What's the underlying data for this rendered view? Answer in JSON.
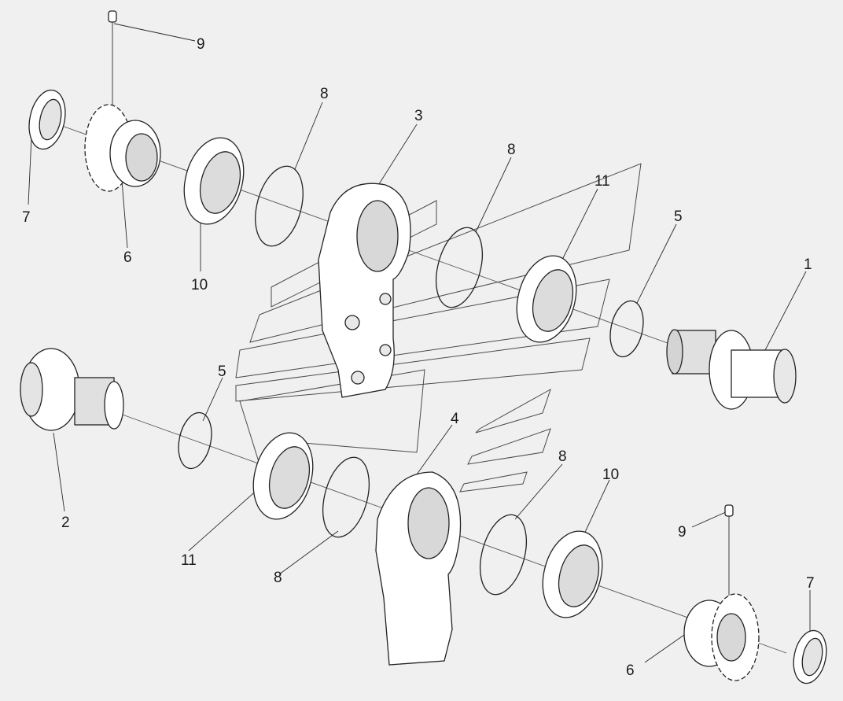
{
  "diagram": {
    "type": "exploded-assembly",
    "callouts": [
      {
        "label": "9"
      },
      {
        "label": "8"
      },
      {
        "label": "3"
      },
      {
        "label": "8"
      },
      {
        "label": "11"
      },
      {
        "label": "5"
      },
      {
        "label": "1"
      },
      {
        "label": "7"
      },
      {
        "label": "6"
      },
      {
        "label": "10"
      },
      {
        "label": "5"
      },
      {
        "label": "4"
      },
      {
        "label": "8"
      },
      {
        "label": "10"
      },
      {
        "label": "9"
      },
      {
        "label": "7"
      },
      {
        "label": "2"
      },
      {
        "label": "11"
      },
      {
        "label": "8"
      },
      {
        "label": "6"
      }
    ]
  },
  "colors": {
    "background": "#f0f0f0",
    "part_fill": "#ffffff",
    "part_shade": "#d8d8d8",
    "line": "#222222",
    "watermark": "#4a4a4a"
  }
}
